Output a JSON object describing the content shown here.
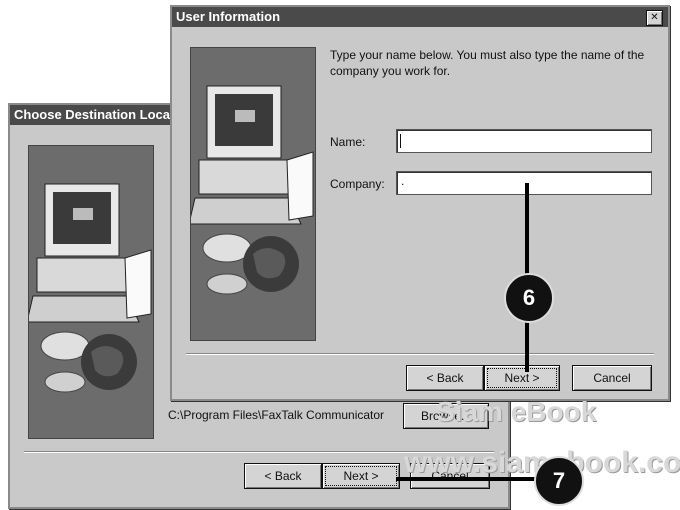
{
  "back_window": {
    "title": "Choose Destination Locati",
    "path": "C:\\Program Files\\FaxTalk Communicator",
    "browse_label": "Browse...",
    "back_label": "< Back",
    "next_label": "Next >",
    "cancel_label": "Cancel"
  },
  "front_window": {
    "title": "User Information",
    "close_glyph": "✕",
    "instructions": "Type your name below. You must also type the name of the company you work for.",
    "name_label": "Name:",
    "name_value": "",
    "company_label": "Company:",
    "company_value": ".",
    "back_label": "< Back",
    "next_label": "Next >",
    "cancel_label": "Cancel"
  },
  "callouts": {
    "step6": "6",
    "step7": "7"
  },
  "watermark": {
    "line1": "Siam eBook",
    "line2": "www.siamebook.com"
  },
  "colors": {
    "title_bar": "#4a4a4a",
    "window_bg": "#c9c9c9",
    "side_panel": "#6c6c6c",
    "callout": "#111111"
  }
}
